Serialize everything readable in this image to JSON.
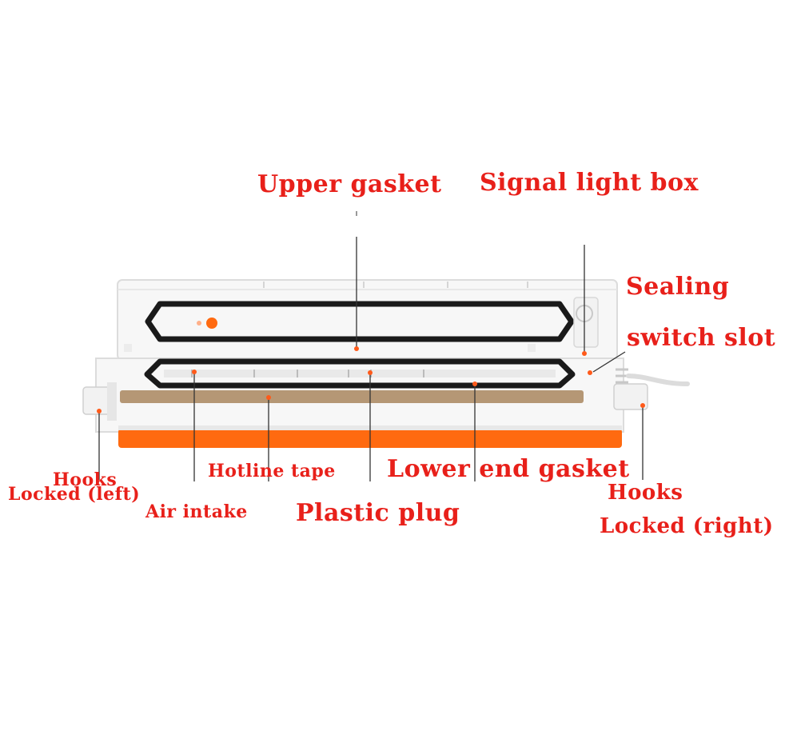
{
  "colors": {
    "label": "#e8201a",
    "device_body": "#f7f7f7",
    "device_edge": "#dcdcdc",
    "gasket": "#1a1a1a",
    "orange_base": "#ff6a10",
    "heating_tape": "#b59775",
    "leader_line": "#333333",
    "marker_dot": "#ff5a1a"
  },
  "labels": {
    "upper_gasket": "Upper gasket",
    "signal_light_box": "Signal light box",
    "sealing": "Sealing",
    "switch_slot": "switch slot",
    "hooks_left": "Hooks",
    "locked_left": "Locked (left)",
    "hotline_tape": "Hotline tape",
    "air_intake": "Air intake",
    "lower_end_gasket": "Lower end gasket",
    "plastic_plug": "Plastic plug",
    "hooks_right": "Hooks",
    "locked_right": "Locked (right)"
  }
}
